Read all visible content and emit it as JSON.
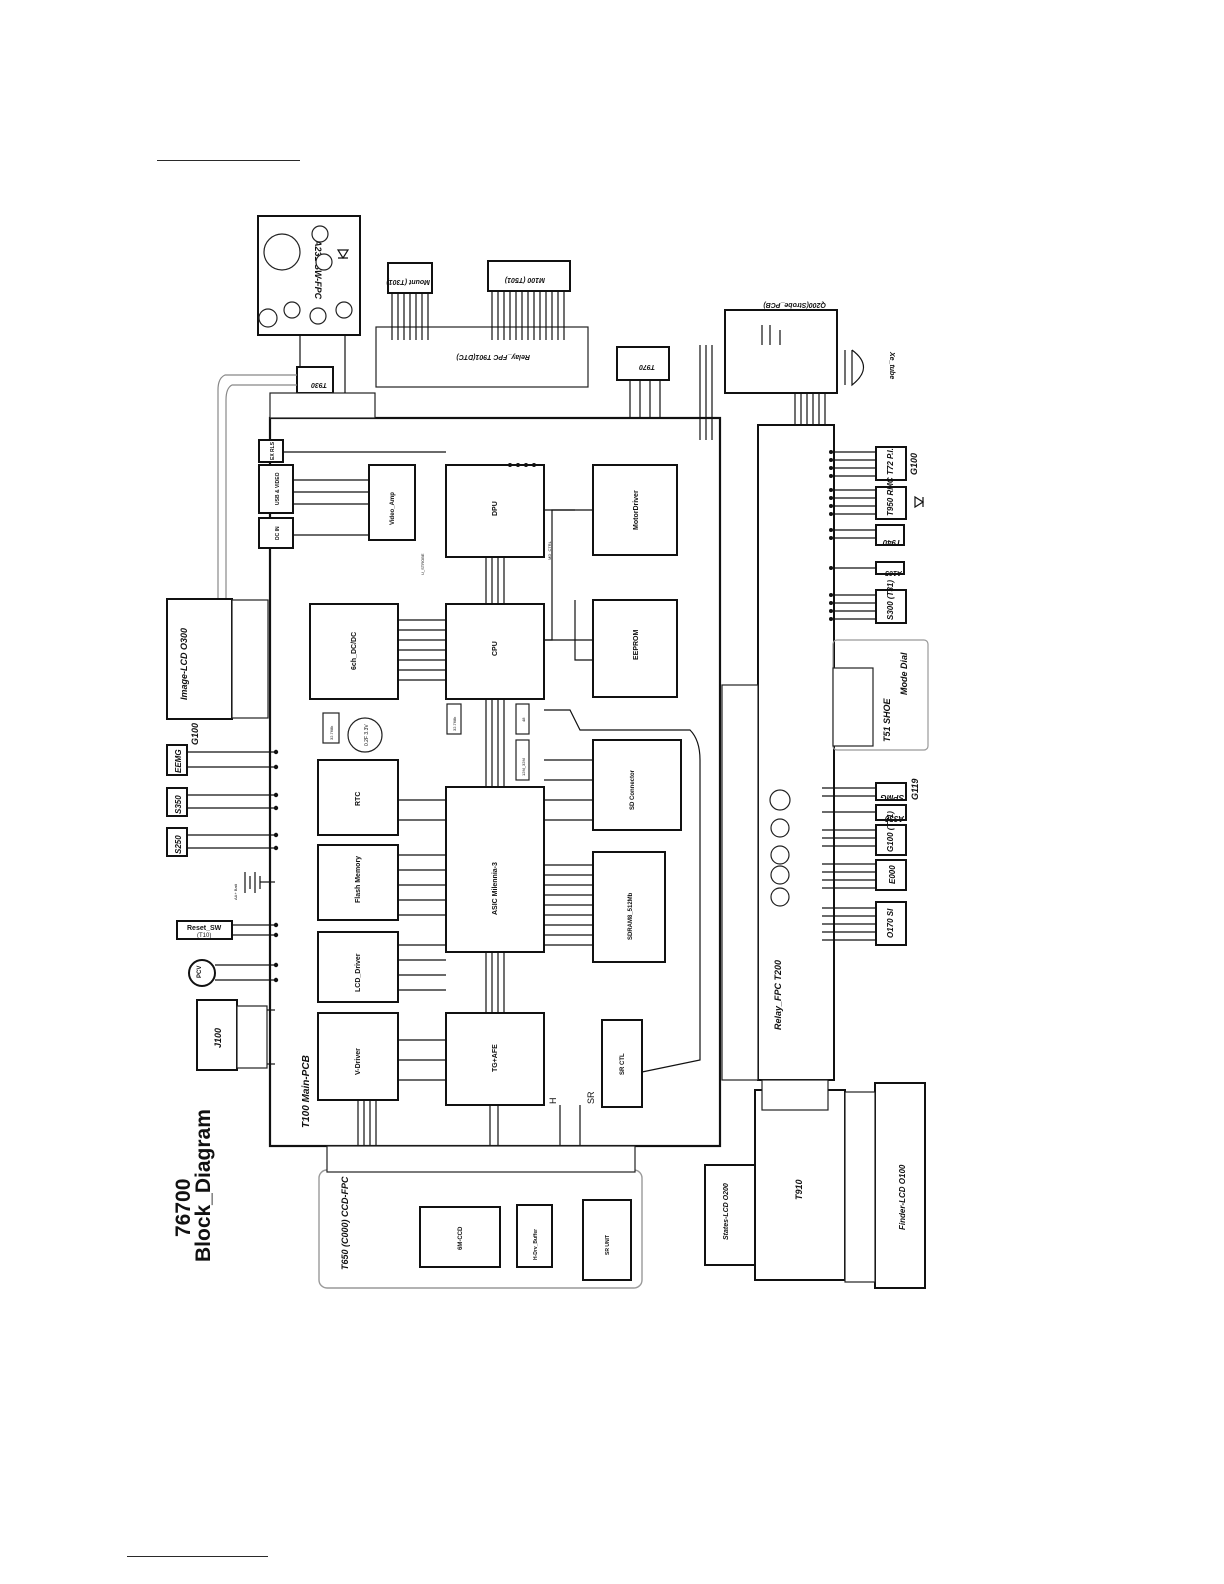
{
  "page": {
    "title_number": "76700",
    "title_text": "Block_Diagram"
  },
  "boards": {
    "main_pcb": "T100 Main-PCB",
    "ccd_fpc": "T650 (C000) CCD-FPC",
    "relay_fpc_t200": "Relay_FPC  T200",
    "relay_fpc_t901": "Relay_FPC  T901(DTC)",
    "t910": "T910",
    "finder_lcd": "Finder-LCD  O100",
    "states_lcd": "States-LCD O200",
    "strobe_pcb": "Q200(Strobe_PCB)",
    "xe_tube": "Xe_tube",
    "sw_fpc": "A231 SW-FPC",
    "mount": "Mount (T301)",
    "m100": "M100 (T501)",
    "t930": "T930",
    "t970": "T970"
  },
  "blocks": {
    "dpu": "DPU",
    "cpu": "CPU",
    "asic": "ASIC Milennia-3",
    "motordriver": "MotorDriver",
    "eeprom": "EEPROM",
    "dcdc": "6ch_DC/DC",
    "rtc": "RTC",
    "flash": "Flash Memory",
    "lcd_driver": "LCD_Driver",
    "v_driver": "V-Driver",
    "tg_afe": "TG+AFE",
    "sdram": "SDRAM8_512Mb",
    "sd": "SD Connector",
    "sr_ctl": "SR CTL",
    "video_amp": "Video_Amp",
    "usb_video": "USB & VIDEO",
    "dc_in": "DC IN",
    "ex_rls": "EX RLS",
    "cap": "0.2F 3.3V",
    "xtal1": "32.768k",
    "xtal2": "32.768k",
    "xtal3": "48",
    "xtal4": "12M_32M",
    "ccd": "6M-CCD",
    "h_drv": "H-Drv_Buffer",
    "sr_unit": "SR UNIT"
  },
  "left_components": {
    "image_lcd": "Image-LCD  O300",
    "g100": "G100",
    "eemg": "EEMG",
    "s350": "S350",
    "s250": "S250",
    "reset_sw": "Reset_SW",
    "reset_sw_sub": "(T10)",
    "pcv": "PCV",
    "j100": "J100"
  },
  "right_components": {
    "t72": "T72 P.I.",
    "g100_r": "G100",
    "t950": "T950 RMC",
    "t940": "T940",
    "a105": "A105",
    "s300": "S300 (T31)",
    "mode_dial": "Mode Dial",
    "t51": "T51 SHOE",
    "spmg": "SPMG",
    "g119": "G119",
    "a330": "A330",
    "g100_t71": "G100 (T71)",
    "e000": "E000",
    "o170": "O170 SI"
  },
  "signals": {
    "h": "H",
    "sr": "SR",
    "u_strobe": "U_STROBE",
    "md_ctrl": "MD_CTRL",
    "battery": "AA+ Batt"
  }
}
